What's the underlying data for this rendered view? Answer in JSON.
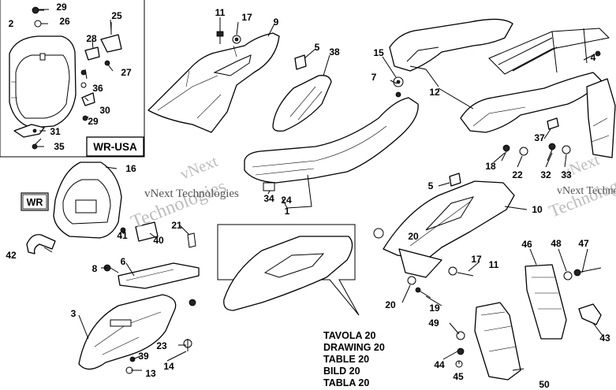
{
  "watermark": {
    "brand": "vNext",
    "company": "Technologies",
    "full": "vNext Technologies"
  },
  "frames": {
    "region_usa": "WR-USA",
    "region_wr": "WR"
  },
  "table_titles": [
    "TAVOLA 20",
    "DRAWING 20",
    "TABLE 20",
    "BILD 20",
    "TABLA 20"
  ],
  "part_numbers": [
    "1",
    "2",
    "3",
    "4",
    "5",
    "5",
    "6",
    "7",
    "8",
    "9",
    "10",
    "11",
    "11",
    "12",
    "13",
    "14",
    "15",
    "16",
    "17",
    "17",
    "18",
    "19",
    "20",
    "20",
    "21",
    "22",
    "23",
    "24",
    "25",
    "26",
    "27",
    "28",
    "29",
    "29",
    "30",
    "31",
    "32",
    "33",
    "34",
    "35",
    "36",
    "37",
    "38",
    "39",
    "40",
    "41",
    "42",
    "43",
    "44",
    "45",
    "46",
    "47",
    "48",
    "49",
    "50"
  ]
}
